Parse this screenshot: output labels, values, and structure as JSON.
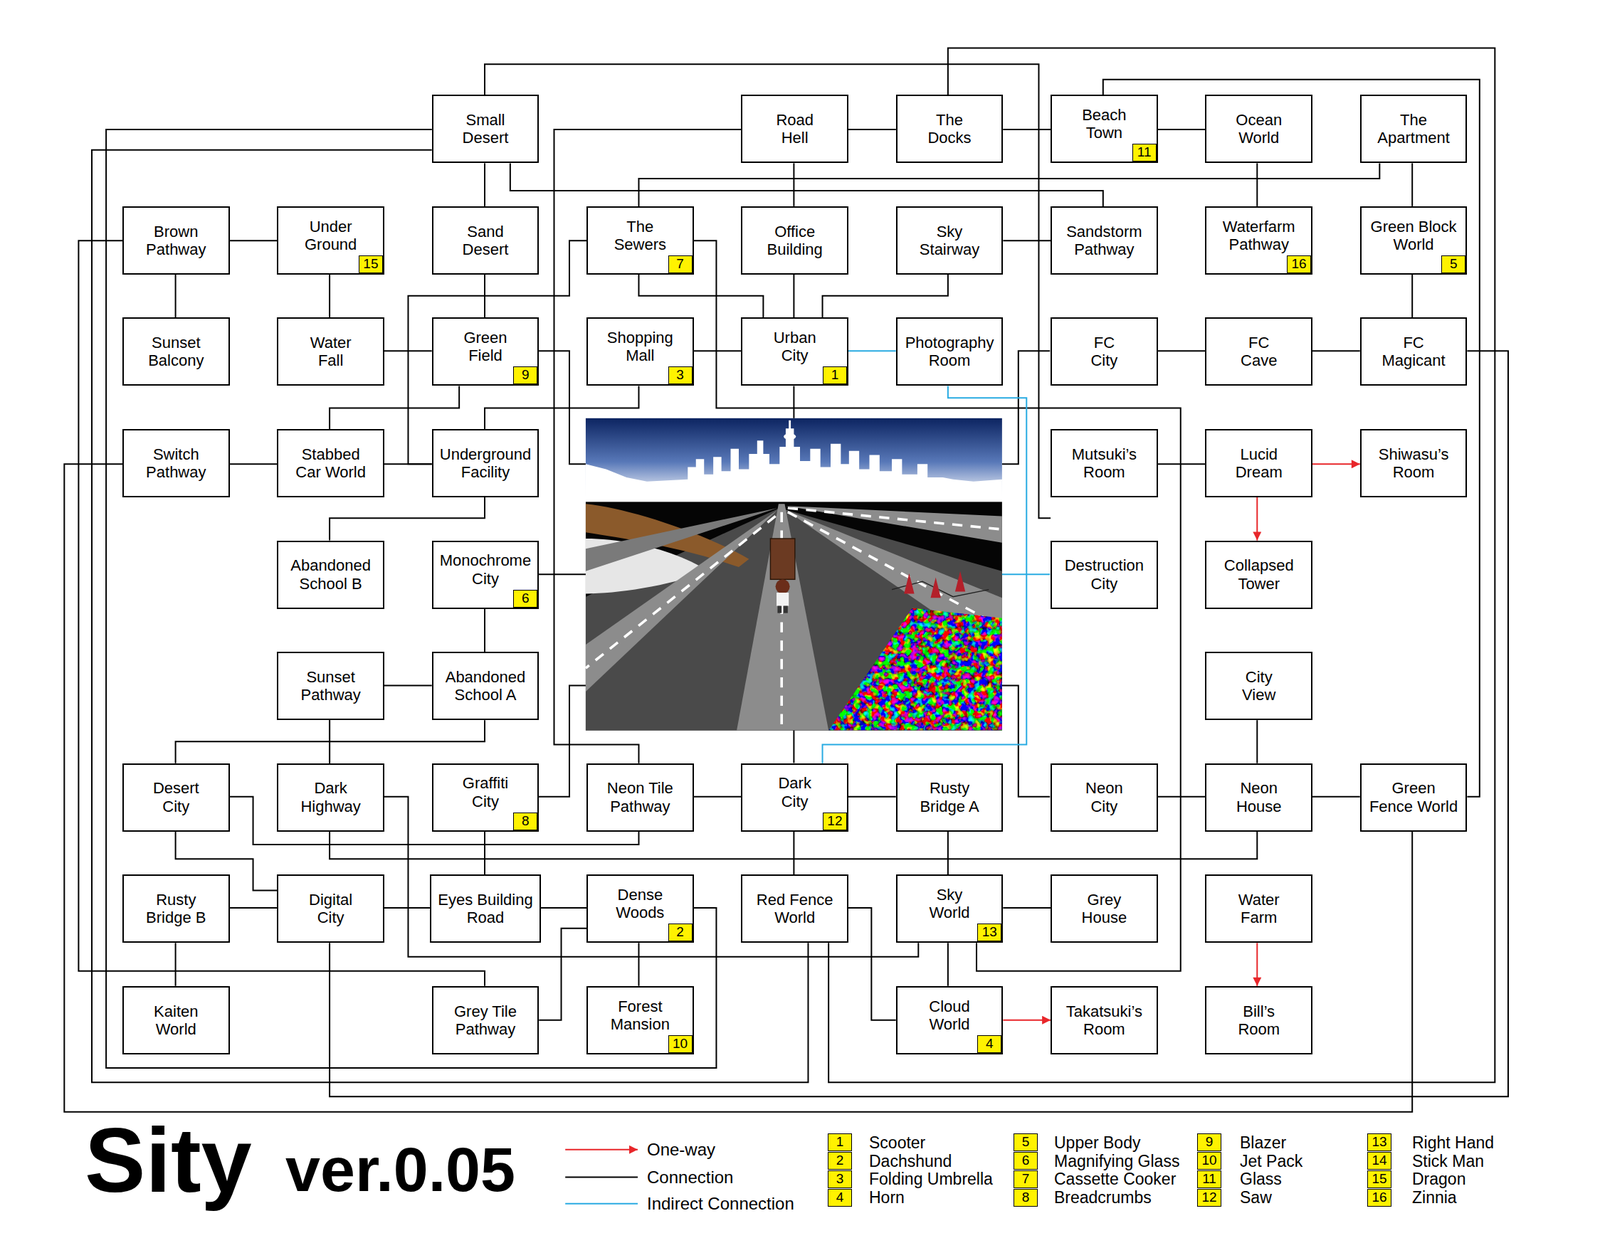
{
  "diagram": {
    "title": "Sity",
    "nodes": [
      {
        "text": [
          "Small Desert"
        ]
      },
      {
        "text": [
          "Road Hell"
        ]
      },
      {
        "text": [
          "The Docks"
        ]
      },
      {
        "text": [
          "Beach Town",
          "11"
        ]
      },
      {
        "text": [
          "Ocean World"
        ]
      },
      {
        "text": [
          "The Apartment"
        ]
      },
      {
        "text": [
          "Brown Pathway"
        ]
      },
      {
        "text": [
          "Under Ground",
          "15"
        ]
      },
      {
        "text": [
          "Sand Desert"
        ]
      },
      {
        "text": [
          "The Sewers",
          "7"
        ]
      },
      {
        "text": [
          "Office Building"
        ]
      },
      {
        "text": [
          "Sky Stairway"
        ]
      },
      {
        "text": [
          "Sandstorm Pathway"
        ]
      },
      {
        "text": [
          "Waterfarm Pathway",
          "16"
        ]
      },
      {
        "text": [
          "Green Block World",
          "5"
        ]
      },
      {
        "text": [
          "Sunset Balcony"
        ]
      },
      {
        "text": [
          "Water Fall"
        ]
      },
      {
        "text": [
          "Green Field",
          "9"
        ]
      },
      {
        "text": [
          "Shopping Mall",
          "3"
        ]
      },
      {
        "text": [
          "Urban City",
          "1"
        ]
      },
      {
        "text": [
          "Photography Room"
        ]
      },
      {
        "text": [
          "FC City"
        ]
      },
      {
        "text": [
          "FC Cave"
        ]
      },
      {
        "text": [
          "FC Magicant"
        ]
      },
      {
        "text": [
          "Switch Pathway"
        ]
      },
      {
        "text": [
          "Stabbed Car World"
        ]
      },
      {
        "text": [
          "Underground Facility"
        ]
      },
      {
        "text": [
          "Mutsuki’s Room"
        ]
      },
      {
        "text": [
          "Lucid Dream"
        ]
      },
      {
        "text": [
          "Shiwasu’s Room"
        ]
      },
      {
        "text": [
          "Abandoned School B"
        ]
      },
      {
        "text": [
          "Monochrome City",
          "6"
        ]
      },
      {
        "text": [
          "Destruction City"
        ]
      },
      {
        "text": [
          "Collapsed Tower"
        ]
      },
      {
        "text": [
          "Sunset Pathway"
        ]
      },
      {
        "text": [
          "Abandoned School A"
        ]
      },
      {
        "text": [
          "City View"
        ]
      },
      {
        "text": [
          "Desert City"
        ]
      },
      {
        "text": [
          "Dark Highway"
        ]
      },
      {
        "text": [
          "Graffiti City",
          "8"
        ]
      },
      {
        "text": [
          "Neon Tile Pathway"
        ]
      },
      {
        "text": [
          "Dark City",
          "12"
        ]
      },
      {
        "text": [
          "Rusty Bridge A"
        ]
      },
      {
        "text": [
          "Neon City"
        ]
      },
      {
        "text": [
          "Neon House"
        ]
      },
      {
        "text": [
          "Green Fence World"
        ]
      },
      {
        "text": [
          "Rusty Bridge B"
        ]
      },
      {
        "text": [
          "Digital City"
        ]
      },
      {
        "text": [
          "Eyes Building Road"
        ]
      },
      {
        "text": [
          "Dense Woods",
          "2"
        ]
      },
      {
        "text": [
          "Red Fence World"
        ]
      },
      {
        "text": [
          "Sky World",
          "13"
        ]
      },
      {
        "text": [
          "Grey House"
        ]
      },
      {
        "text": [
          "Water Farm"
        ]
      },
      {
        "text": [
          "Kaiten World"
        ]
      },
      {
        "text": [
          "Grey Tile Pathway"
        ]
      },
      {
        "text": [
          "Forest Mansion",
          "10"
        ]
      },
      {
        "text": [
          "Cloud World",
          "4"
        ]
      },
      {
        "text": [
          "Takatsuki’s Room"
        ]
      },
      {
        "text": [
          "Bill’s Room"
        ]
      }
    ],
    "edges": [
      {
        "from": 1,
        "to": 2,
        "arrow": "none"
      },
      {
        "from": 2,
        "to": 3,
        "arrow": "none"
      },
      {
        "from": 3,
        "to": 4,
        "arrow": "none"
      },
      {
        "from": 0,
        "to": 8,
        "arrow": "none"
      },
      {
        "from": 1,
        "to": 10,
        "arrow": "none"
      },
      {
        "from": 4,
        "to": 13,
        "arrow": "none"
      },
      {
        "from": 5,
        "to": 14,
        "arrow": "none"
      },
      {
        "from": 0,
        "to": 12,
        "arrow": "none"
      },
      {
        "from": 9,
        "to": 5,
        "arrow": "none"
      },
      {
        "from": 0,
        "to": 27,
        "arrow": "none"
      },
      {
        "from": 2,
        "to": 50,
        "arrow": "none"
      },
      {
        "from": 3,
        "to": 45,
        "arrow": "none"
      },
      {
        "from": 0,
        "to": 49,
        "arrow": "none"
      },
      {
        "from": 0,
        "to": 50,
        "arrow": "none"
      },
      {
        "from": 6,
        "to": 55,
        "arrow": "none"
      },
      {
        "from": 24,
        "to": 45,
        "arrow": "none"
      },
      {
        "from": 47,
        "to": 23,
        "arrow": "none"
      },
      {
        "from": 1,
        "to": 40,
        "arrow": "none"
      },
      {
        "from": 6,
        "to": 7,
        "arrow": "none"
      },
      {
        "from": 6,
        "to": 15,
        "arrow": "none"
      },
      {
        "from": 7,
        "to": 16,
        "arrow": "none"
      },
      {
        "from": 8,
        "to": 17,
        "arrow": "none"
      },
      {
        "from": 9,
        "to": 26,
        "arrow": "none"
      },
      {
        "from": 9,
        "to": 19,
        "arrow": "none"
      },
      {
        "from": 10,
        "to": 19,
        "arrow": "none"
      },
      {
        "from": 11,
        "to": 19,
        "arrow": "none"
      },
      {
        "from": 9,
        "to": 51,
        "arrow": "none"
      },
      {
        "from": 11,
        "to": 12,
        "arrow": "none"
      },
      {
        "from": 14,
        "to": 23,
        "arrow": "none"
      },
      {
        "from": 16,
        "to": 17,
        "arrow": "none"
      },
      {
        "from": 18,
        "to": 19,
        "arrow": "none"
      },
      {
        "from": 19,
        "to": 20,
        "arrow": "none"
      },
      {
        "from": 20,
        "to": 41,
        "arrow": "none"
      },
      {
        "from": 21,
        "to": 22,
        "arrow": "none"
      },
      {
        "from": 22,
        "to": 23,
        "arrow": "none"
      },
      {
        "from": 17,
        "to": 25,
        "arrow": "none"
      },
      {
        "from": 18,
        "to": 26,
        "arrow": "none"
      },
      {
        "from": 24,
        "to": 25,
        "arrow": "none"
      },
      {
        "from": 25,
        "to": 26,
        "arrow": "none"
      },
      {
        "from": 26,
        "to": 30,
        "arrow": "none"
      },
      {
        "from": 27,
        "to": 28,
        "arrow": "none"
      },
      {
        "from": 28,
        "to": 29,
        "arrow": "to"
      },
      {
        "from": 28,
        "to": 33,
        "arrow": "to"
      },
      {
        "from": 31,
        "to": 35,
        "arrow": "none"
      },
      {
        "from": 34,
        "to": 35,
        "arrow": "none"
      },
      {
        "from": 34,
        "to": 37,
        "arrow": "none"
      },
      {
        "from": 34,
        "to": 38,
        "arrow": "none"
      },
      {
        "from": 35,
        "to": 38,
        "arrow": "none"
      },
      {
        "from": 36,
        "to": 44,
        "arrow": "none"
      },
      {
        "from": 37,
        "to": 40,
        "arrow": "none"
      },
      {
        "from": 37,
        "to": 47,
        "arrow": "none"
      },
      {
        "from": 38,
        "to": 44,
        "arrow": "none"
      },
      {
        "from": 38,
        "to": 51,
        "arrow": "none"
      },
      {
        "from": 39,
        "to": 48,
        "arrow": "none"
      },
      {
        "from": 40,
        "to": 41,
        "arrow": "none"
      },
      {
        "from": 41,
        "to": 42,
        "arrow": "none"
      },
      {
        "from": 41,
        "to": 50,
        "arrow": "none"
      },
      {
        "from": 42,
        "to": 51,
        "arrow": "none"
      },
      {
        "from": 43,
        "to": 44,
        "arrow": "none"
      },
      {
        "from": 44,
        "to": 45,
        "arrow": "none"
      },
      {
        "from": 46,
        "to": 47,
        "arrow": "none"
      },
      {
        "from": 46,
        "to": 54,
        "arrow": "none"
      },
      {
        "from": 47,
        "to": 48,
        "arrow": "none"
      },
      {
        "from": 48,
        "to": 49,
        "arrow": "none"
      },
      {
        "from": 49,
        "to": 56,
        "arrow": "none"
      },
      {
        "from": 55,
        "to": 49,
        "arrow": "none"
      },
      {
        "from": 50,
        "to": 57,
        "arrow": "none"
      },
      {
        "from": 51,
        "to": 52,
        "arrow": "none"
      },
      {
        "from": 51,
        "to": 57,
        "arrow": "none"
      },
      {
        "from": 57,
        "to": 58,
        "arrow": "to"
      },
      {
        "from": 53,
        "to": 59,
        "arrow": "to"
      }
    ],
    "labels": [
      "ver.0.05",
      "1",
      "2",
      "3",
      "4",
      "5",
      "6",
      "7",
      "8",
      "9",
      "10",
      "11",
      "12",
      "13",
      "14",
      "15",
      "16"
    ],
    "legend": [
      {
        "text": "One-way"
      },
      {
        "text": "Connection"
      },
      {
        "text": "Indirect Connection"
      },
      {
        "text": "Scooter",
        "color": "#fff200"
      },
      {
        "text": "Dachshund",
        "color": "#fff200"
      },
      {
        "text": "Folding Umbrella",
        "color": "#fff200"
      },
      {
        "text": "Horn",
        "color": "#fff200"
      },
      {
        "text": "Upper Body",
        "color": "#fff200"
      },
      {
        "text": "Magnifying Glass",
        "color": "#fff200"
      },
      {
        "text": "Cassette Cooker",
        "color": "#fff200"
      },
      {
        "text": "Breadcrumbs",
        "color": "#fff200"
      },
      {
        "text": "Blazer",
        "color": "#fff200"
      },
      {
        "text": "Jet Pack",
        "color": "#fff200"
      },
      {
        "text": "Glass",
        "color": "#fff200"
      },
      {
        "text": "Saw",
        "color": "#fff200"
      },
      {
        "text": "Right Hand",
        "color": "#fff200"
      },
      {
        "text": "Stick Man",
        "color": "#fff200"
      },
      {
        "text": "Dragon",
        "color": "#fff200"
      },
      {
        "text": "Zinnia",
        "color": "#fff200"
      }
    ]
  }
}
